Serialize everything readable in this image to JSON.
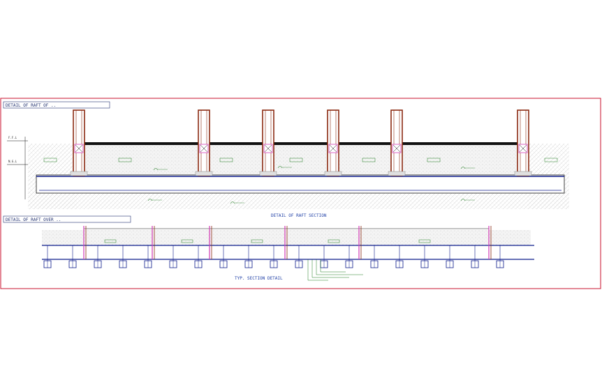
{
  "sheet": {
    "border_color": "#c8102e",
    "structure_color": "#8b2a12",
    "slab_color": "#0b1a8a",
    "note_color": "#1e7a1e"
  },
  "section1": {
    "title": "DETAIL OF RAFT OF ..",
    "caption": "DETAIL OF RAFT SECTION"
  },
  "section2": {
    "title": "DETAIL OF RAFT OVER ..",
    "caption": "TYP. SECTION DETAIL"
  }
}
